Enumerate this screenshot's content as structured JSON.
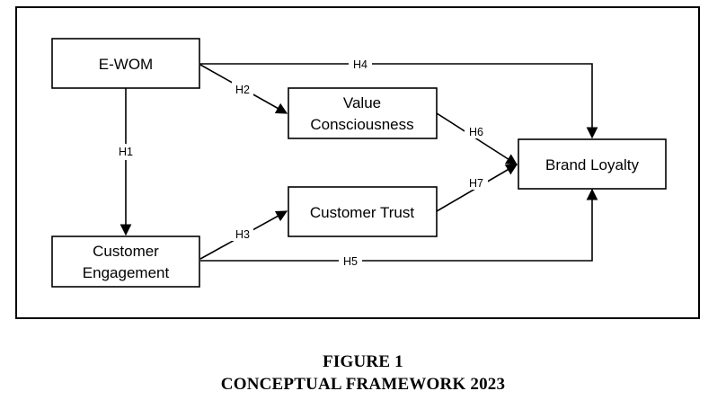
{
  "nodes": {
    "ewom": {
      "label": "E-WOM"
    },
    "value_consciousness": {
      "line1": "Value",
      "line2": "Consciousness"
    },
    "customer_trust": {
      "label": "Customer Trust"
    },
    "customer_engagement": {
      "line1": "Customer",
      "line2": "Engagement"
    },
    "brand_loyalty": {
      "label": "Brand Loyalty"
    }
  },
  "hypotheses": {
    "h1": "H1",
    "h2": "H2",
    "h3": "H3",
    "h4": "H4",
    "h5": "H5",
    "h6": "H6",
    "h7": "H7"
  },
  "caption": {
    "figure": "FIGURE 1",
    "title": "CONCEPTUAL FRAMEWORK 2023"
  },
  "colors": {
    "stroke": "#000000",
    "background": "#ffffff"
  }
}
